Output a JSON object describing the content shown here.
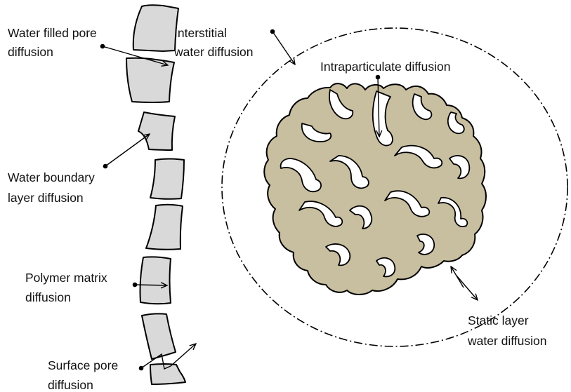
{
  "colors": {
    "segment_fill": "#d9d9d9",
    "particle_fill": "#c8bea0",
    "stroke": "#000000",
    "text": "#111111"
  },
  "labels": {
    "water_filled_pore": [
      "Water filled pore",
      "diffusion"
    ],
    "interstitial": [
      "Interstitial",
      "water diffusion"
    ],
    "intraparticulate": "Intraparticulate diffusion",
    "water_boundary": [
      "Water boundary",
      "layer diffusion"
    ],
    "polymer_matrix": [
      "Polymer matrix",
      "diffusion"
    ],
    "static_layer": [
      "Static layer",
      "water diffusion"
    ],
    "surface_pore": [
      "Surface pore",
      "diffusion"
    ]
  }
}
